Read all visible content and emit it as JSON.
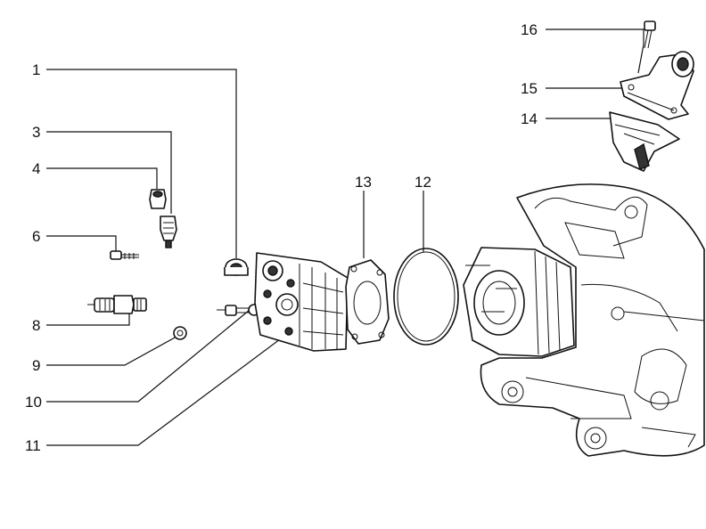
{
  "callouts": [
    {
      "id": "1",
      "label": "1"
    },
    {
      "id": "3",
      "label": "3"
    },
    {
      "id": "4",
      "label": "4"
    },
    {
      "id": "6",
      "label": "6"
    },
    {
      "id": "8",
      "label": "8"
    },
    {
      "id": "9",
      "label": "9"
    },
    {
      "id": "10",
      "label": "10"
    },
    {
      "id": "11",
      "label": "11"
    },
    {
      "id": "12",
      "label": "12"
    },
    {
      "id": "13",
      "label": "13"
    },
    {
      "id": "14",
      "label": "14"
    },
    {
      "id": "15",
      "label": "15"
    },
    {
      "id": "16",
      "label": "16"
    }
  ]
}
